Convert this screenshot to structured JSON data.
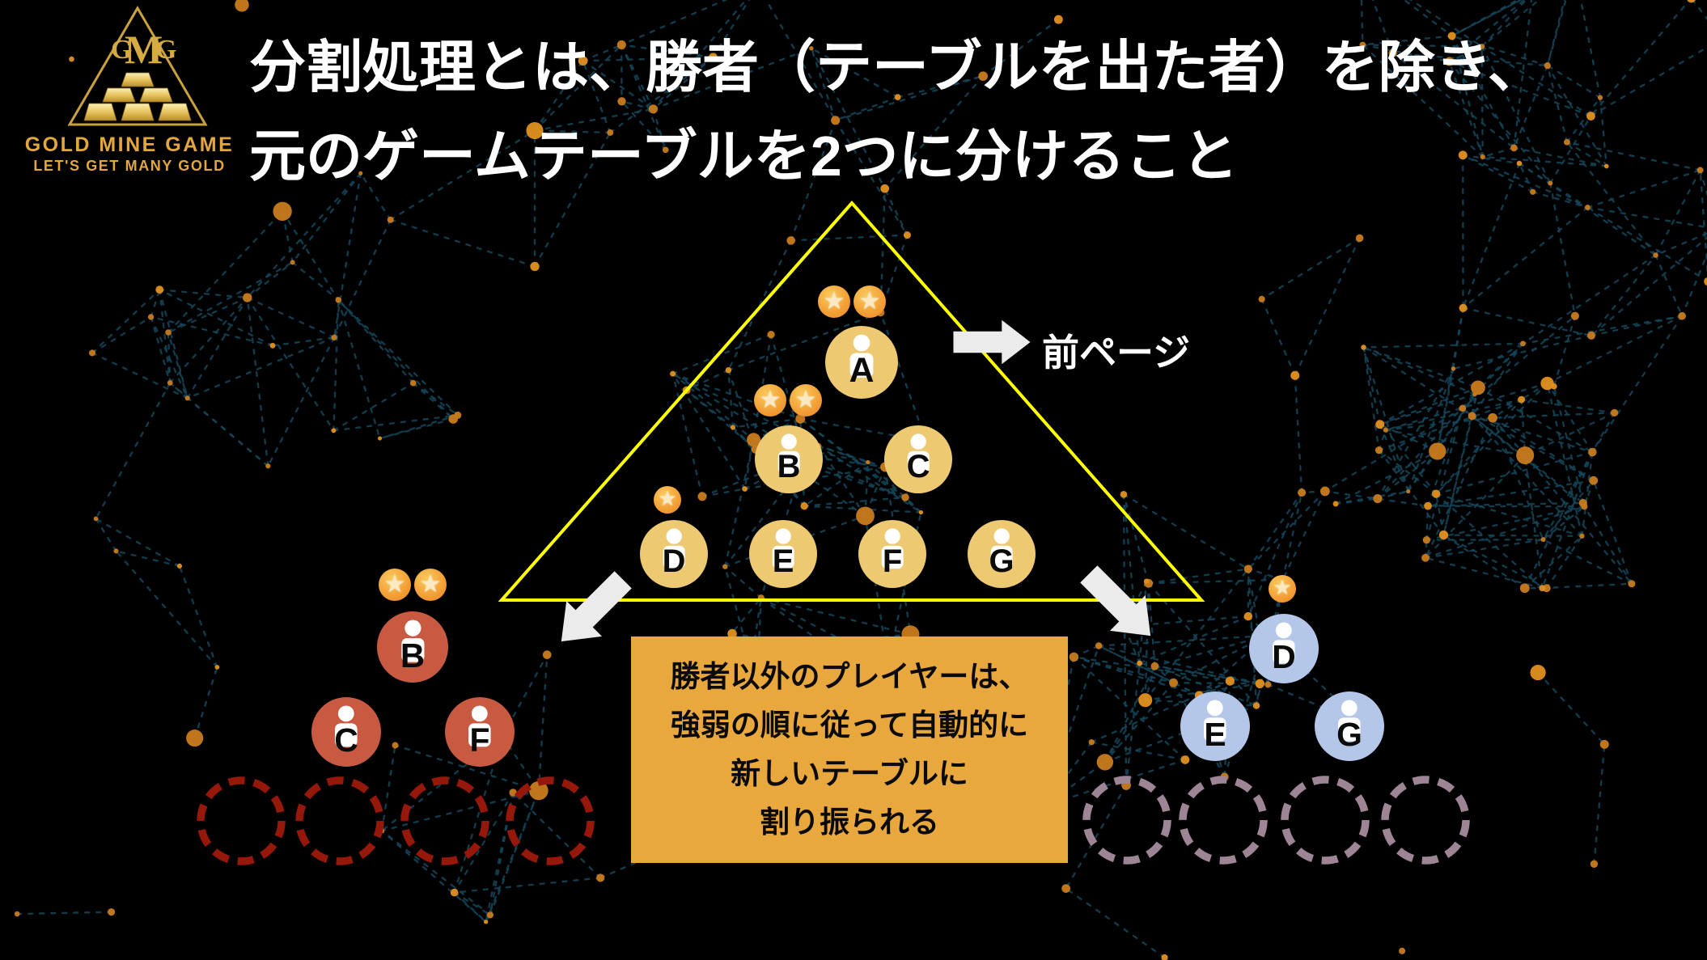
{
  "logo": {
    "monogram": "GMG",
    "name": "GOLD MINE GAME",
    "tagline": "LET'S GET MANY GOLD"
  },
  "title": {
    "line1": "分割処理とは、勝者（テーブルを出た者）を除き、",
    "line2": "元のゲームテーブルを2つに分けること"
  },
  "prev_page_label": "前ページ",
  "info_box": {
    "lines": [
      "勝者以外のプレイヤーは、",
      "強弱の順に従って自動的に",
      "新しいテーブルに",
      "割り振られる"
    ]
  },
  "original_table": {
    "players": [
      {
        "label": "A",
        "stars": 2
      },
      {
        "label": "B",
        "stars": 2
      },
      {
        "label": "C",
        "stars": 0
      },
      {
        "label": "D",
        "stars": 1
      },
      {
        "label": "E",
        "stars": 0
      },
      {
        "label": "F",
        "stars": 0
      },
      {
        "label": "G",
        "stars": 0
      }
    ]
  },
  "new_table_left": {
    "players": [
      {
        "label": "B",
        "stars": 2
      },
      {
        "label": "C",
        "stars": 0
      },
      {
        "label": "F",
        "stars": 0
      }
    ],
    "empty_seats": 4
  },
  "new_table_right": {
    "players": [
      {
        "label": "D",
        "stars": 1
      },
      {
        "label": "E",
        "stars": 0
      },
      {
        "label": "G",
        "stars": 0
      }
    ],
    "empty_seats": 4
  },
  "colors": {
    "gold_player": "#edc971",
    "red_player": "#c85a42",
    "blue_player": "#b5c7e8",
    "left_empty_seat": "#96180a",
    "right_empty_seat": "#9e8595",
    "triangle": "#ffff00",
    "info_box_bg": "#e9a83e",
    "arrow": "#ebebeb",
    "plexus_dot": "#c97b1c",
    "plexus_dot_bright": "#e2901f",
    "plexus_line": "#16465a",
    "logo_gold": "#e2a73e"
  }
}
